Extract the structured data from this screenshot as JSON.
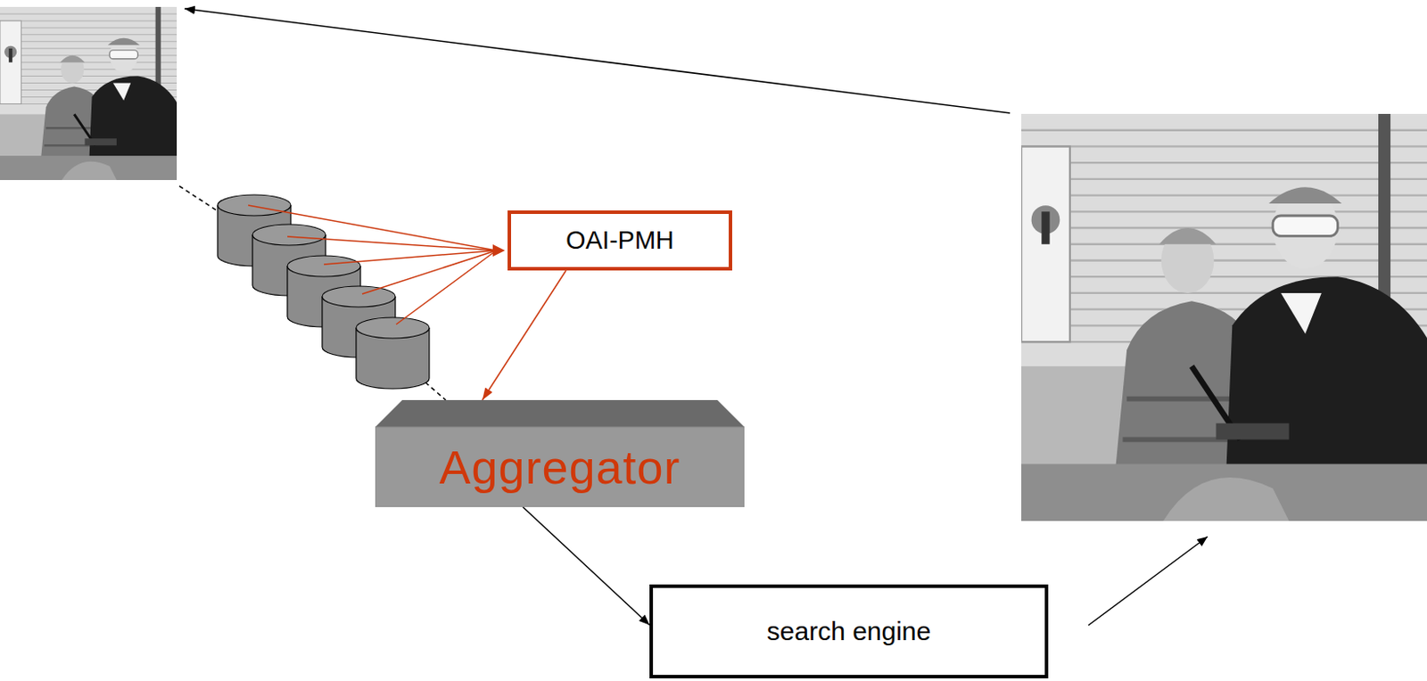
{
  "diagram": {
    "nodes": [
      {
        "text": [
          "OAI-PMH"
        ]
      },
      {
        "text": [
          "Aggregator"
        ]
      },
      {
        "text": [
          "search engine"
        ]
      }
    ],
    "edges": [
      {
        "from": 0,
        "to": 1,
        "arrow": "to"
      },
      {
        "from": 1,
        "to": 2,
        "arrow": "to"
      }
    ]
  }
}
